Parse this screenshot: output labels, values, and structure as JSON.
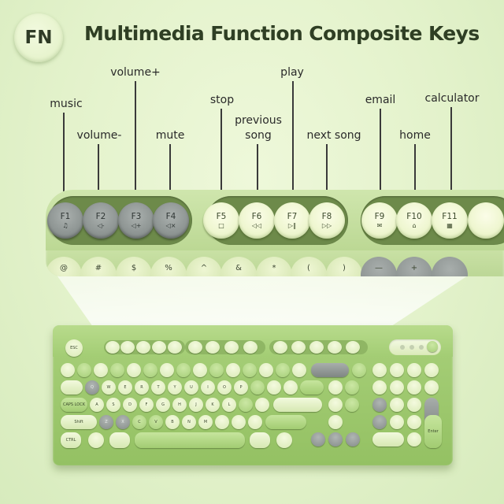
{
  "badge": {
    "label": "FN"
  },
  "title": "Multimedia Function Composite Keys",
  "callouts": [
    {
      "id": "music",
      "label": "music"
    },
    {
      "id": "volume-down",
      "label": "volume-"
    },
    {
      "id": "volume-up",
      "label": "volume+"
    },
    {
      "id": "mute",
      "label": "mute"
    },
    {
      "id": "stop",
      "label": "stop"
    },
    {
      "id": "previous-song",
      "label": "previous\nsong"
    },
    {
      "id": "play",
      "label": "play"
    },
    {
      "id": "next-song",
      "label": "next song"
    },
    {
      "id": "email",
      "label": "email"
    },
    {
      "id": "home",
      "label": "home"
    },
    {
      "id": "calculator",
      "label": "calculator"
    }
  ],
  "fkeys": [
    {
      "label": "F1",
      "glyph": "♫",
      "style": "gray"
    },
    {
      "label": "F2",
      "glyph": "◁-",
      "style": "gray"
    },
    {
      "label": "F3",
      "glyph": "◁+",
      "style": "gray"
    },
    {
      "label": "F4",
      "glyph": "◁×",
      "style": "gray"
    },
    {
      "label": "F5",
      "glyph": "□",
      "style": "light"
    },
    {
      "label": "F6",
      "glyph": "◁◁",
      "style": "light"
    },
    {
      "label": "F7",
      "glyph": "▷‖",
      "style": "light"
    },
    {
      "label": "F8",
      "glyph": "▷▷",
      "style": "light"
    },
    {
      "label": "F9",
      "glyph": "✉",
      "style": "light"
    },
    {
      "label": "F10",
      "glyph": "⌂",
      "style": "light"
    },
    {
      "label": "F11",
      "glyph": "▦",
      "style": "light"
    }
  ],
  "second_row": [
    {
      "label": "@",
      "style": "light"
    },
    {
      "label": "#",
      "style": "light"
    },
    {
      "label": "$",
      "style": "light"
    },
    {
      "label": "%",
      "style": "light"
    },
    {
      "label": "^",
      "style": "light"
    },
    {
      "label": "&",
      "style": "light"
    },
    {
      "label": "*",
      "style": "light"
    },
    {
      "label": "(",
      "style": "light"
    },
    {
      "label": ")",
      "style": "light"
    },
    {
      "label": "—",
      "style": "gray"
    },
    {
      "label": "+",
      "style": "gray"
    },
    {
      "label": "",
      "style": "gray"
    }
  ],
  "keyboard": {
    "esc": "ESC",
    "caps": "CAPS LOCK",
    "shift": "Shift",
    "ctrl": "CTRL",
    "enter": "Enter",
    "qwerty": [
      "Q",
      "W",
      "E",
      "R",
      "T",
      "Y",
      "U",
      "I",
      "O",
      "P"
    ],
    "asdf": [
      "A",
      "S",
      "D",
      "F",
      "G",
      "H",
      "J",
      "K",
      "L"
    ],
    "zxcv": [
      "Z",
      "X",
      "C",
      "V",
      "B",
      "N",
      "M"
    ]
  },
  "colors": {
    "background": "#e3f2cb",
    "keyboard_body": "#a3cd74",
    "key_gray": "#8e9593",
    "key_light": "#eef6cf"
  }
}
